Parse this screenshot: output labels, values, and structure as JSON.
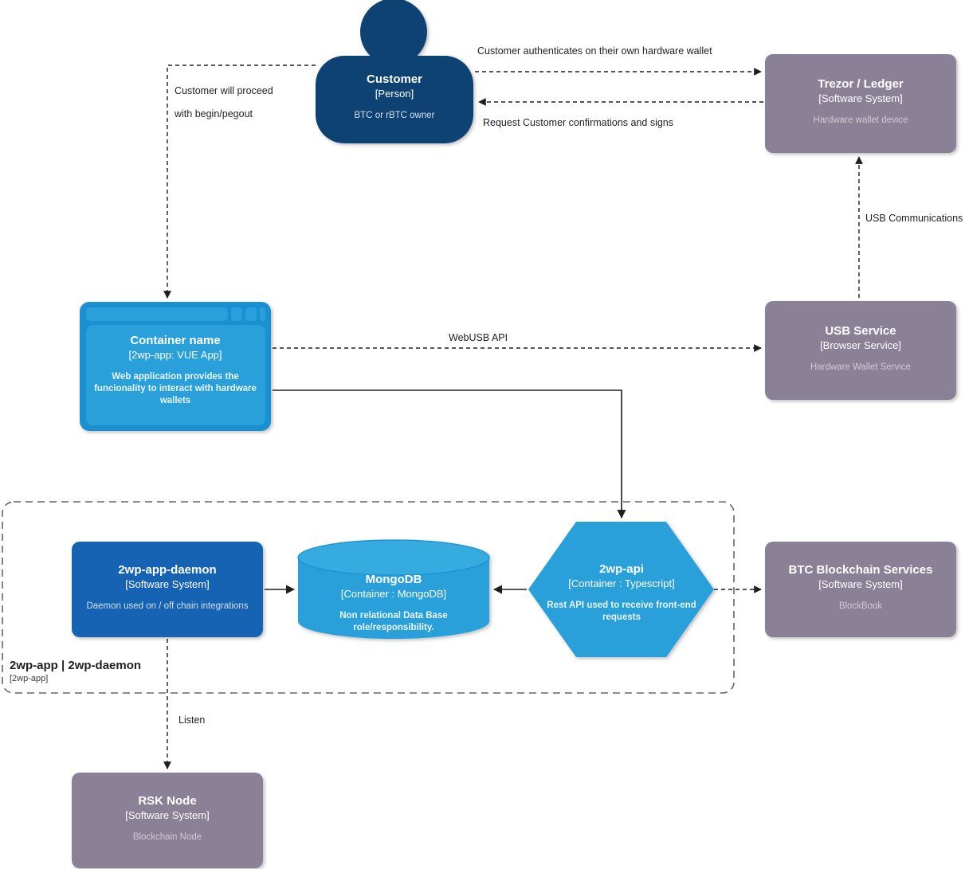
{
  "diagram": {
    "type": "c4-container-diagram",
    "background": "#ffffff"
  },
  "palette": {
    "person": "#0d4373",
    "software_system": "#1168bd",
    "container": "#2aa0da",
    "external": "#8a8196",
    "line": "#1f1f1f",
    "label_text": "#1f1f1f"
  },
  "nodes": {
    "customer": {
      "title": "Customer",
      "tech": "[Person]",
      "desc": "BTC or rBTC owner",
      "shape": "person",
      "color": "#0d4373"
    },
    "trezor_ledger": {
      "title": "Trezor / Ledger",
      "tech": "[Software System]",
      "desc": "Hardware wallet device",
      "shape": "rounded-rect",
      "color": "#8a8196"
    },
    "usb_service": {
      "title": "USB Service",
      "tech": "[Browser Service]",
      "desc": "Hardware Wallet Service",
      "shape": "rounded-rect",
      "color": "#8a8196"
    },
    "container_name": {
      "title": "Container name",
      "tech": "[2wp-app: VUE App]",
      "desc": "Web application provides the funcionality to interact with hardware wallets",
      "shape": "browser-window",
      "color": "#2aa0da"
    },
    "daemon": {
      "title": "2wp-app-daemon",
      "tech": "[Software System]",
      "desc": "Daemon used on / off chain integrations",
      "shape": "rounded-rect",
      "color": "#1168bd"
    },
    "mongodb": {
      "title": "MongoDB",
      "tech": "[Container : MongoDB]",
      "desc": "Non relational Data Base role/responsibility.",
      "shape": "cylinder",
      "color": "#2aa0da"
    },
    "twp_api": {
      "title": "2wp-api",
      "tech": "[Container : Typescript]",
      "desc": "Rest API used to receive front-end requests",
      "shape": "hexagon",
      "color": "#2aa0da"
    },
    "btc_blockchain": {
      "title": "BTC Blockchain Services",
      "tech": "[Software System]",
      "desc": "BlockBook",
      "shape": "rounded-rect",
      "color": "#8a8196"
    },
    "rsk_node": {
      "title": "RSK Node",
      "tech": "[Software System]",
      "desc": "Blockchain Node",
      "shape": "rounded-rect",
      "color": "#8a8196"
    }
  },
  "boundary": {
    "title": "2wp-app | 2wp-daemon",
    "tech": "[2wp-app]"
  },
  "edges": {
    "customer_to_trezor": "Customer authenticates on their own hardware wallet",
    "trezor_to_customer": "Request Customer confirmations and signs",
    "customer_to_container_line1": "Customer will proceed",
    "customer_to_container_line2": "with begin/pegout",
    "usb_to_trezor": "USB Communications",
    "container_to_usb": "WebUSB API",
    "daemon_to_rsk": "Listen"
  }
}
